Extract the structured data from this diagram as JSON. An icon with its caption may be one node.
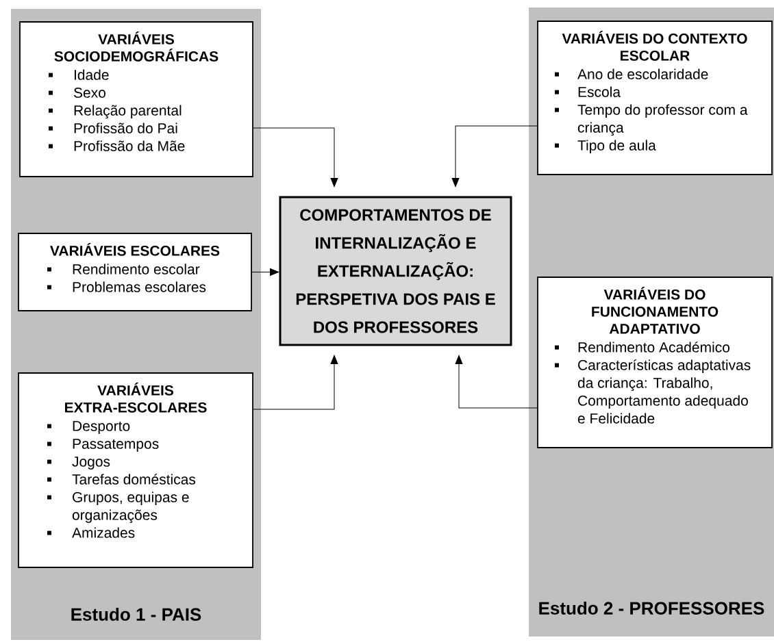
{
  "diagram": {
    "nodes": [
      {
        "text": [
          "Estudo 1 - PAIS"
        ]
      },
      {
        "text": [
          "VARIÁVEIS SOCIODEMOGRÁFICAS",
          "Idade",
          "Sexo",
          "Relação parental",
          "Profissão do Pai",
          "Profissão da Mãe"
        ],
        "in": 0
      },
      {
        "text": [
          "VARIÁVEIS ESCOLARES",
          "Rendimento escolar",
          "Problemas escolares"
        ],
        "in": 0
      },
      {
        "text": [
          "VARIÁVEIS EXTRA-ESCOLARES",
          "Desporto",
          "Passatempos",
          "Jogos",
          "Tarefas domésticas",
          "Grupos, equipas e organizações",
          "Amizades"
        ],
        "in": 0
      },
      {
        "text": [
          "COMPORTAMENTOS DE INTERNALIZAÇÃO E EXTERNALIZAÇÃO: PERSPETIVA DOS PAIS E DOS PROFESSORES"
        ]
      },
      {
        "text": [
          "Estudo 2 - PROFESSORES"
        ]
      },
      {
        "text": [
          "VARIÁVEIS DO CONTEXTO ESCOLAR",
          "Ano de escolaridade",
          "Escola",
          "Tempo do professor com a criança",
          "Tipo de aula"
        ],
        "in": 5
      },
      {
        "text": [
          "VARIÁVEIS DO FUNCIONAMENTO ADAPTATIVO",
          "Rendimento Académico",
          "Características adaptativas da criança: Trabalho, Comportamento adequado e Felicidade"
        ],
        "in": 5
      }
    ],
    "edges": [
      {
        "from": 1,
        "to": 4,
        "arrow": "to"
      },
      {
        "from": 2,
        "to": 4,
        "arrow": "to"
      },
      {
        "from": 3,
        "to": 4,
        "arrow": "to"
      },
      {
        "from": 6,
        "to": 4,
        "arrow": "to"
      },
      {
        "from": 7,
        "to": 4,
        "arrow": "to"
      }
    ]
  }
}
